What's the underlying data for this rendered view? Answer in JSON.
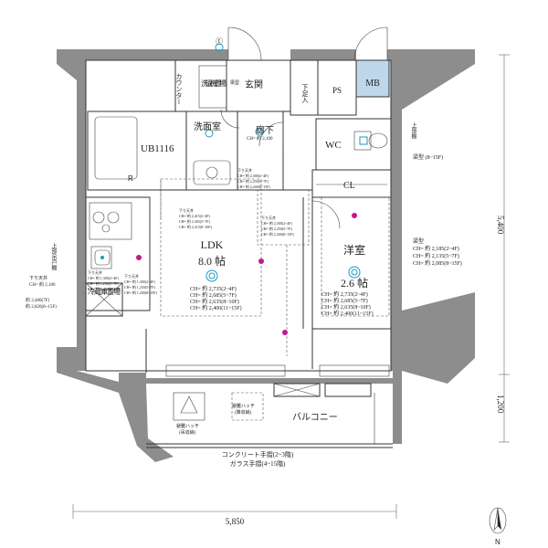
{
  "rooms": {
    "ldk": "LDK",
    "ldk_size": "8.0 帖",
    "ldk_heights": [
      "CH= 約 2,735(2~4F)",
      "CH= 約 2,685(5~7F)",
      "CH= 約 2,635(8~10F)",
      "CH= 約 2,400(11~15F)"
    ],
    "western": "洋室",
    "western_size": "2.6 帖",
    "western_heights": [
      "CH= 約 2,735(2~4F)",
      "CH= 約 2,685(5~7F)",
      "CH= 約 2,635(8~10F)",
      "CH= 約 2,400(11~15F)"
    ],
    "bath": "UB1116",
    "washroom": "洗面室",
    "entrance": "玄関",
    "hall": "廊下",
    "hall_ch": "CH= 約 2,100",
    "wc": "WC",
    "closet": "CL",
    "ps": "PS",
    "mb": "MB",
    "balcony": "バルコニー"
  },
  "labels": {
    "counter": "カウンター",
    "washer": "洗濯機置場",
    "shoe_box": "下足入",
    "beam_top": "梁型",
    "upper_shelf_wc": "上部棚",
    "beam_wc": "梁型 (8~15F)",
    "beam_right_title": "梁型",
    "beam_right": [
      "CH= 約 2,185(2~4F)",
      "CH= 約 2,135(5~7F)",
      "CH= 約 2,085(8~15F)"
    ],
    "upper_hanging_shelf": "上部吊戸棚",
    "ceiling_drop": "下り天井",
    "ceiling_drop_ch": "CH= 約 2,100",
    "fridge": "冷蔵庫置場",
    "fridge_heights": [
      "約 2,480(7F)",
      "約 2,820(8~15F)"
    ],
    "soffit_1": [
      "下り天井",
      "CH= 約 2,415(2~4F)",
      "CH= 約 2,365(5~7F)",
      "CH= 約 2,315(8~10F)"
    ],
    "soffit_2": [
      "下り天井",
      "CH= 約 2,300(2~4F)",
      "CH= 約 2,250(5~7F)",
      "CH= 約 2,200(8~15F)"
    ],
    "soffit_3": [
      "下り天井",
      "CH= 約 2,300(2~4F)",
      "CH= 約 2,250(5~7F)",
      "CH= 約 2,200(8~15F)"
    ],
    "soffit_4": [
      "下り天井",
      "CH= 約 1,300(2~4F)",
      "CH= 約 1,250(5~7F)",
      "CH= 約 1,200(8~15F)"
    ],
    "soffit_5": [
      "下り天井",
      "CH= 約 1,300(2~4F)",
      "CH= 約 1,250(5~7F)",
      "CH= 約 1,200(8~15F)"
    ],
    "hatch_1": [
      "避難ハッチ",
      "(吊収納)"
    ],
    "hatch_2": [
      "避難ハッチ",
      "(降収納)"
    ],
    "railing_1": "コンクリート手摺(2~3階)",
    "railing_2": "ガラス手摺(4~15階)",
    "outlet_t": "ⓣ",
    "bath_r": "R",
    "north": "N"
  },
  "dimensions": {
    "height_main": "5,400",
    "height_balcony": "1,200",
    "width": "5,850"
  }
}
